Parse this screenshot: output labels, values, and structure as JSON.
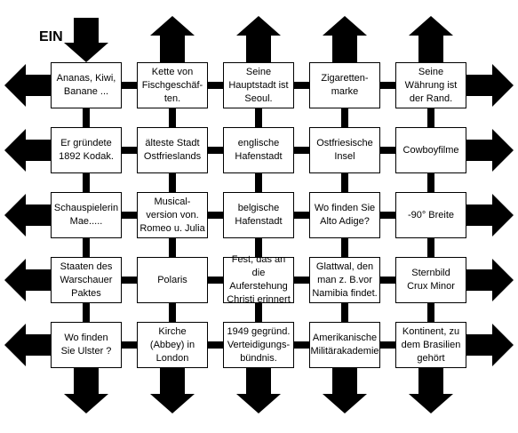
{
  "entry_label": "EIN",
  "colors": {
    "ink": "#000000",
    "background": "#ffffff"
  },
  "arrow_directions": {
    "top": [
      "down",
      "up",
      "up",
      "up",
      "up"
    ],
    "bottom": [
      "down",
      "down",
      "down",
      "down",
      "down"
    ],
    "left": [
      "left",
      "left",
      "left",
      "left",
      "left"
    ],
    "right": [
      "right",
      "right",
      "right",
      "right",
      "right"
    ]
  },
  "grid": [
    [
      "Ananas, Kiwi,\nBanane ...",
      "Kette von\nFischgeschäf-\nten.",
      "Seine\nHauptstadt ist\nSeoul.",
      "Zigaretten-\nmarke",
      "Seine\nWährung ist\nder Rand."
    ],
    [
      "Er gründete\n1892 Kodak.",
      "älteste Stadt\nOstfrieslands",
      "englische\nHafenstadt",
      "Ostfriesische\nInsel",
      "Cowboyfilme"
    ],
    [
      "Schauspielerin\nMae.....",
      "Musical-\nversion von.\nRomeo u. Julia",
      "belgische\nHafenstadt",
      "Wo finden Sie\nAlto Adige?",
      "-90° Breite"
    ],
    [
      "Staaten  des\nWarschauer\nPaktes",
      "Polaris",
      "Fest, das an\ndie Auferstehung\nChristi erinnert",
      "Glattwal, den\nman z. B.vor\nNamibia findet.",
      "Sternbild\nCrux Minor"
    ],
    [
      "Wo finden\nSie Ulster ?",
      "Kirche\n(Abbey) in\nLondon",
      "1949 gegründ.\nVerteidigungs-\nbündnis.",
      "Amerikanische\nMilitärakademie",
      "Kontinent, zu\ndem Brasilien\ngehört"
    ]
  ]
}
